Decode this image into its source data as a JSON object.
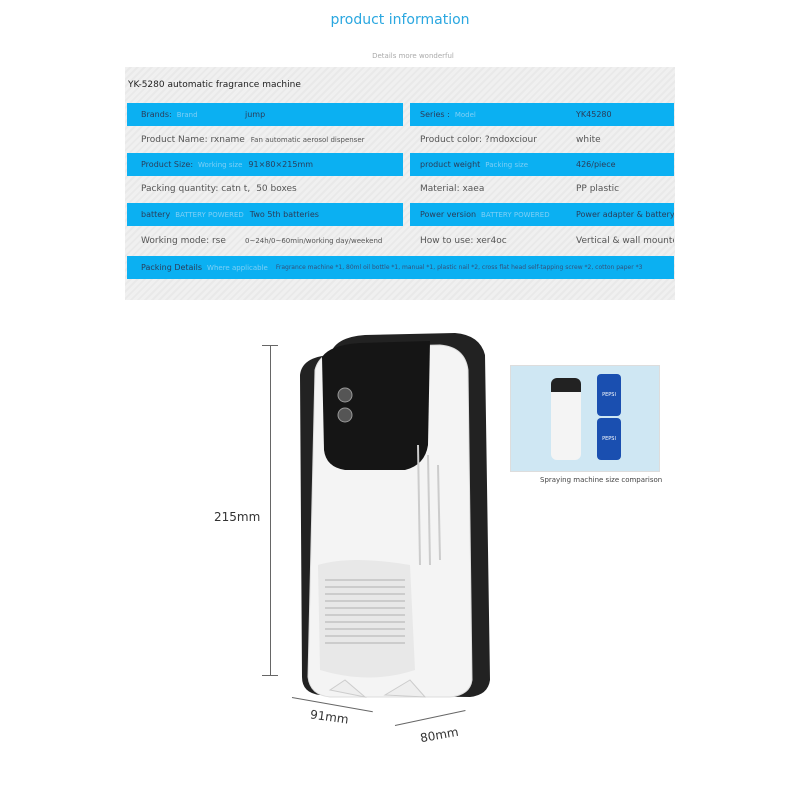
{
  "header": {
    "title": "product information",
    "subtitle": "Details more wonderful"
  },
  "product_title": "YK-5280 automatic fragrance machine",
  "rows": [
    {
      "left": {
        "label": "Brands:",
        "hint": "Brand",
        "value": "jump"
      },
      "right": {
        "label": "Series :",
        "hint": "Model",
        "value": "YK45280"
      }
    },
    {
      "left": {
        "label": "Product Name: rxname",
        "value": "Fan automatic aerosol dispenser"
      },
      "right": {
        "label": "Product color: ?mdoxciour",
        "value": "white"
      }
    },
    {
      "left": {
        "label": "Product Size:",
        "hint": "Working size",
        "value": "91×80×215mm"
      },
      "right": {
        "label": "product weight",
        "hint": "Packing size",
        "value": "426/piece"
      }
    },
    {
      "left": {
        "label": "Packing quantity: catn t,",
        "value": "50 boxes"
      },
      "right": {
        "label": "Material: xaea",
        "value": "PP plastic"
      }
    },
    {
      "left": {
        "label": "battery",
        "hint": "BATTERY POWERED",
        "value": "Two 5th batteries"
      },
      "right": {
        "label": "Power version",
        "hint": "BATTERY POWERED",
        "value": "Power adapter & battery"
      }
    },
    {
      "left": {
        "label": "Working mode: rse",
        "value": "0~24h/0~60min/working day/weekend"
      },
      "right": {
        "label": "How to use: xer4oc",
        "value": "Vertical & wall mounted"
      }
    }
  ],
  "packing": {
    "label": "Packing Details",
    "hint": "Where applicable",
    "value": "Fragrance machine *1, 80ml oil bottle *1, manual *1, plastic nail *2, cross flat head self-tapping screw *2, cotton paper *3"
  },
  "dimensions": {
    "height": "215mm",
    "width": "91mm",
    "depth": "80mm"
  },
  "comparison": {
    "caption": "Spraying machine size comparison",
    "can_brand": "PEPSI"
  }
}
